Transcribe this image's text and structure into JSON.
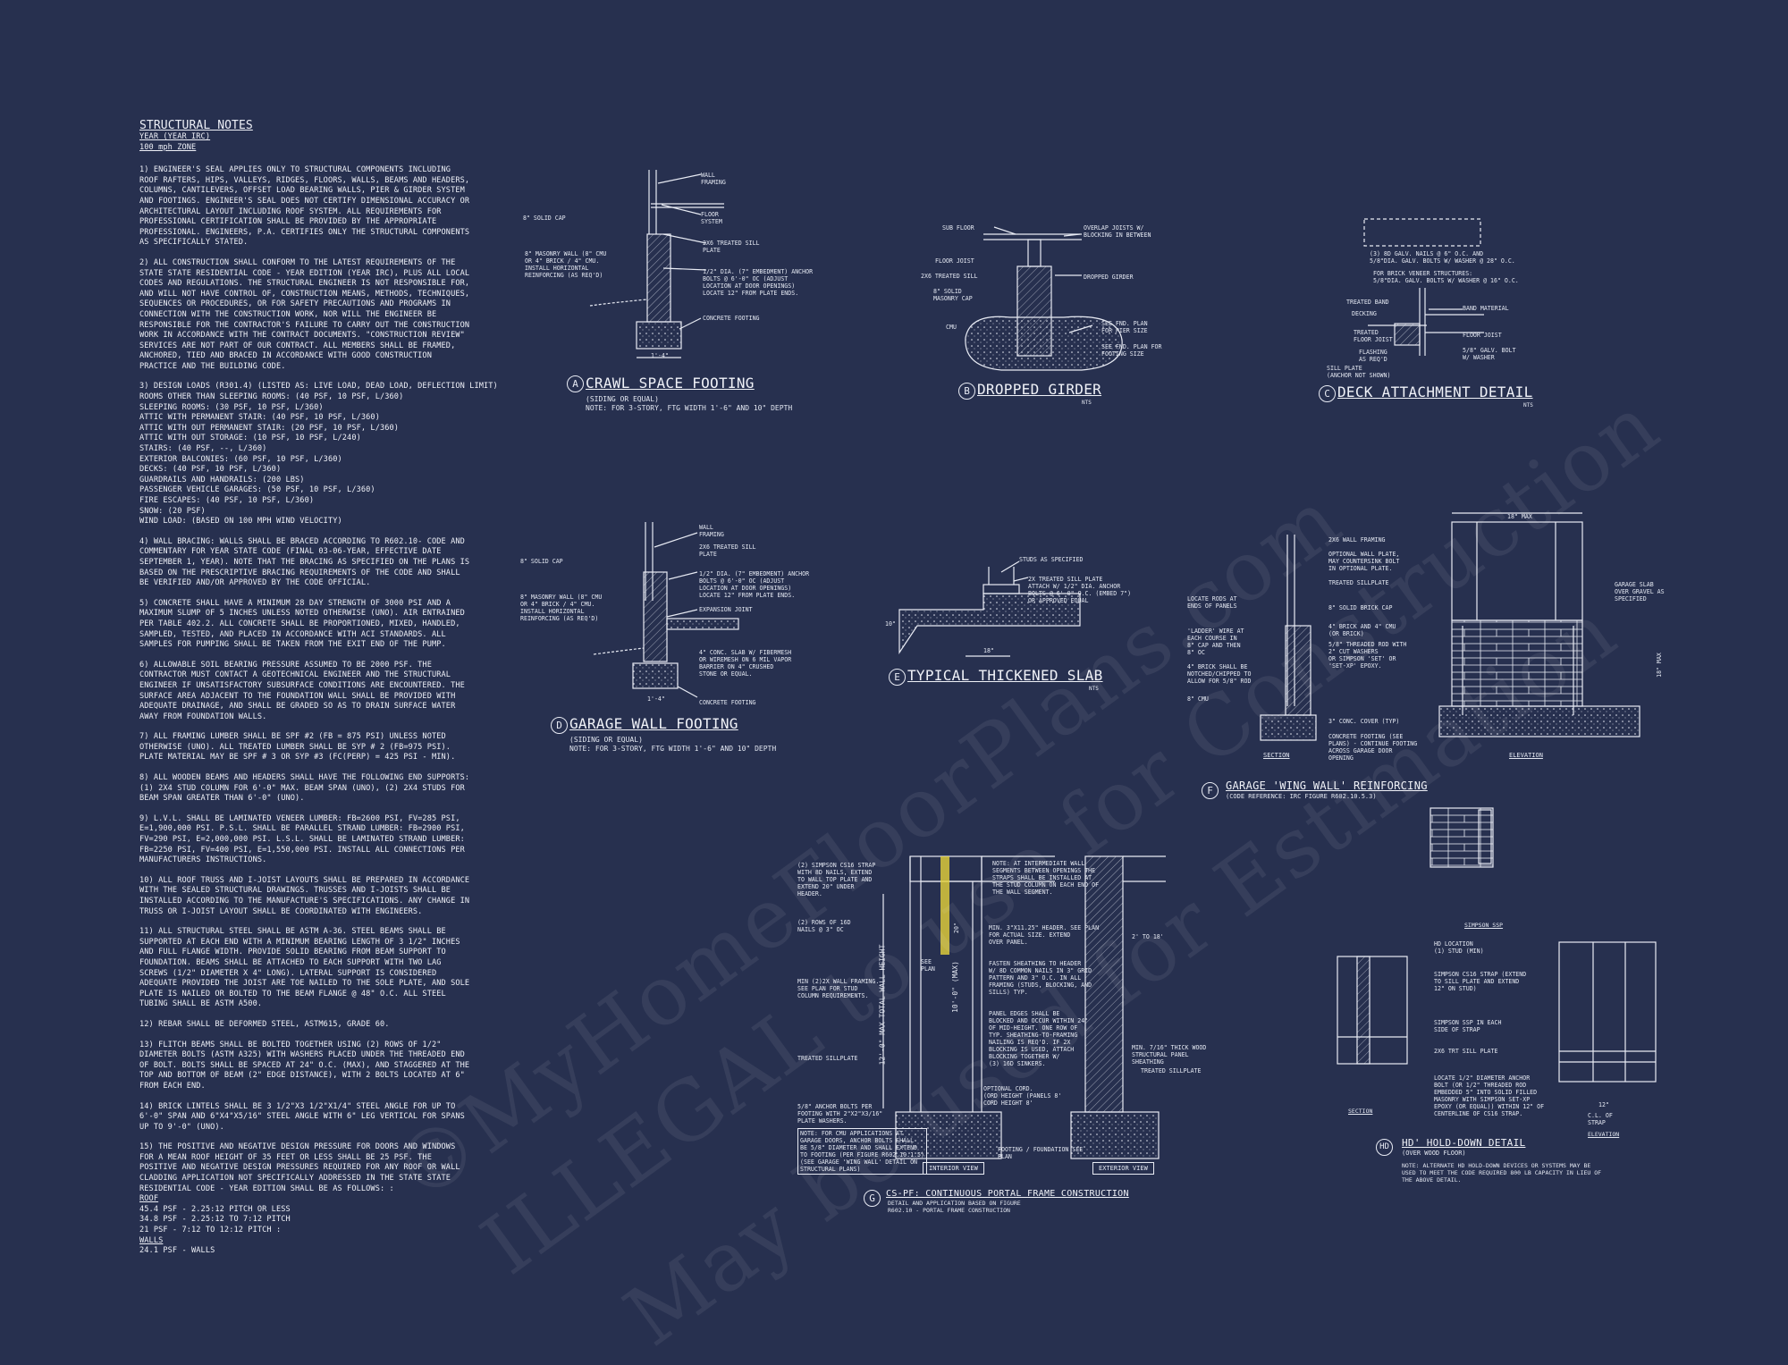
{
  "notes": {
    "title": "STRUCTURAL NOTES",
    "subtitle_year": "YEAR (YEAR IRC)",
    "subtitle_wind": "100 mph ZONE",
    "paragraphs": [
      "1) ENGINEER'S SEAL APPLIES ONLY TO STRUCTURAL COMPONENTS INCLUDING ROOF RAFTERS, HIPS, VALLEYS, RIDGES, FLOORS, WALLS, BEAMS AND HEADERS, COLUMNS, CANTILEVERS, OFFSET LOAD BEARING WALLS, PIER & GIRDER SYSTEM AND FOOTINGS. ENGINEER'S SEAL DOES NOT CERTIFY DIMENSIONAL ACCURACY OR ARCHITECTURAL LAYOUT INCLUDING ROOF SYSTEM. ALL REQUIREMENTS FOR PROFESSIONAL CERTIFICATION SHALL BE PROVIDED BY THE APPROPRIATE PROFESSIONAL. ENGINEERS, P.A. CERTIFIES ONLY THE STRUCTURAL COMPONENTS AS SPECIFICALLY STATED.",
      "2) ALL CONSTRUCTION SHALL CONFORM TO THE LATEST REQUIREMENTS OF THE STATE STATE RESIDENTIAL CODE - YEAR EDITION (YEAR IRC), PLUS ALL LOCAL CODES AND REGULATIONS. THE STRUCTURAL ENGINEER IS NOT RESPONSIBLE FOR, AND WILL NOT HAVE CONTROL OF, CONSTRUCTION MEANS, METHODS, TECHNIQUES, SEQUENCES OR PROCEDURES, OR FOR SAFETY PRECAUTIONS AND PROGRAMS IN CONNECTION WITH THE CONSTRUCTION WORK, NOR WILL THE ENGINEER BE RESPONSIBLE FOR THE CONTRACTOR'S FAILURE TO CARRY OUT THE CONSTRUCTION WORK IN ACCORDANCE WITH THE CONTRACT DOCUMENTS. \"CONSTRUCTION REVIEW\" SERVICES ARE NOT PART OF OUR CONTRACT. ALL MEMBERS SHALL BE FRAMED, ANCHORED, TIED AND BRACED IN ACCORDANCE WITH GOOD CONSTRUCTION PRACTICE AND THE BUILDING CODE."
    ],
    "loads_title": "3) DESIGN LOADS (R301.4) (LISTED AS: LIVE LOAD, DEAD LOAD, DEFLECTION LIMIT)",
    "loads": [
      "ROOMS OTHER THAN SLEEPING ROOMS: (40 PSF, 10 PSF, L/360)",
      "SLEEPING ROOMS: (30 PSF, 10 PSF, L/360)",
      "ATTIC WITH PERMANENT STAIR: (40 PSF, 10 PSF, L/360)",
      "ATTIC WITH OUT PERMANENT STAIR: (20 PSF, 10 PSF, L/360)",
      "ATTIC WITH OUT STORAGE: (10 PSF, 10 PSF, L/240)",
      "STAIRS: (40 PSF, --, L/360)",
      "EXTERIOR BALCONIES: (60 PSF, 10 PSF, L/360)",
      "DECKS: (40 PSF, 10 PSF, L/360)",
      "GUARDRAILS AND HANDRAILS: (200 LBS)",
      "PASSENGER VEHICLE GARAGES: (50 PSF, 10 PSF, L/360)",
      "FIRE ESCAPES: (40 PSF, 10 PSF, L/360)",
      "SNOW: (20 PSF)",
      "WIND LOAD: (BASED ON 100 MPH WIND VELOCITY)"
    ],
    "paragraphs2": [
      "4) WALL BRACING: WALLS SHALL BE BRACED ACCORDING TO R602.10- CODE AND COMMENTARY FOR YEAR STATE CODE (FINAL 03-06-YEAR, EFFECTIVE DATE SEPTEMBER 1, YEAR). NOTE THAT THE BRACING AS SPECIFIED ON THE PLANS IS BASED ON THE PRESCRIPTIVE BRACING REQUIREMENTS OF THE CODE AND SHALL BE VERIFIED AND/OR APPROVED BY THE CODE OFFICIAL.",
      "5) CONCRETE SHALL HAVE A MINIMUM 28 DAY STRENGTH OF 3000 PSI AND A MAXIMUM SLUMP OF 5 INCHES UNLESS NOTED OTHERWISE (UNO). AIR ENTRAINED PER TABLE 402.2. ALL CONCRETE SHALL BE PROPORTIONED, MIXED, HANDLED, SAMPLED, TESTED, AND PLACED IN ACCORDANCE WITH ACI STANDARDS. ALL SAMPLES FOR PUMPING SHALL BE TAKEN FROM THE EXIT END OF THE PUMP.",
      "6) ALLOWABLE SOIL BEARING PRESSURE ASSUMED TO BE 2000 PSF. THE CONTRACTOR MUST CONTACT A GEOTECHNICAL ENGINEER AND THE STRUCTURAL ENGINEER IF UNSATISFACTORY SUBSURFACE CONDITIONS ARE ENCOUNTERED. THE SURFACE AREA ADJACENT TO THE FOUNDATION WALL SHALL BE PROVIDED WITH ADEQUATE DRAINAGE, AND SHALL BE GRADED SO AS TO DRAIN SURFACE WATER AWAY FROM FOUNDATION WALLS.",
      "7) ALL FRAMING LUMBER SHALL BE SPF #2 (Fb = 875 PSI) UNLESS NOTED OTHERWISE (UNO). ALL TREATED LUMBER SHALL BE SYP # 2 (Fb=975 PSI). PLATE MATERIAL MAY BE SPF # 3 OR SYP #3 (Fc(perp) = 425 PSI - MIN).",
      "8) ALL WOODEN BEAMS AND HEADERS SHALL HAVE THE FOLLOWING END SUPPORTS: (1) 2x4 STUD COLUMN FOR 6'-0\" MAX. BEAM SPAN (UNO), (2) 2X4 STUDS FOR BEAM SPAN GREATER THAN 6'-0\" (UNO).",
      "9) L.V.L. SHALL BE LAMINATED VENEER LUMBER: Fb=2600 PSI, Fv=285 PSI, E=1,900,000 PSI. P.S.L. SHALL BE PARALLEL STRAND LUMBER: Fb=2900 PSI, Fv=290 PSI, E=2,000,000 PSI. L.S.L. SHALL BE LAMINATED STRAND LUMBER: Fb=2250 PSI, Fv=400 PSI, E=1,550,000 PSI. INSTALL ALL CONNECTIONS PER MANUFACTURERS INSTRUCTIONS.",
      "10) ALL ROOF TRUSS AND I-JOIST LAYOUTS SHALL BE PREPARED IN ACCORDANCE WITH THE SEALED STRUCTURAL DRAWINGS. TRUSSES AND I-JOISTS SHALL BE INSTALLED ACCORDING TO THE MANUFACTURE'S SPECIFICATIONS. ANY CHANGE IN TRUSS OR I-JOIST LAYOUT SHALL BE COORDINATED WITH ENGINEERS.",
      "11) ALL STRUCTURAL STEEL SHALL BE ASTM A-36. STEEL BEAMS SHALL BE SUPPORTED AT EACH END WITH A MINIMUM BEARING LENGTH OF 3 1/2\" INCHES AND FULL FLANGE WIDTH. PROVIDE SOLID BEARING FROM BEAM SUPPORT TO FOUNDATION. BEAMS SHALL BE ATTACHED TO EACH SUPPORT WITH TWO LAG SCREWS (1/2\" DIAMETER x 4\" LONG). LATERAL SUPPORT IS CONSIDERED ADEQUATE PROVIDED THE JOIST ARE TOE NAILED TO THE SOLE PLATE, AND SOLE PLATE IS NAILED OR BOLTED TO THE BEAM FLANGE @ 48\" O.C. ALL STEEL TUBING SHALL BE ASTM A500.",
      "12) REBAR SHALL BE DEFORMED STEEL, ASTM615, GRADE 60.",
      "13) FLITCH BEAMS SHALL BE BOLTED TOGETHER USING (2) ROWS OF 1/2\" DIAMETER BOLTS (ASTM A325) WITH WASHERS PLACED UNDER THE THREADED END OF BOLT. BOLTS SHALL BE SPACED AT 24\" O.C. (MAX), AND STAGGERED AT THE TOP AND BOTTOM OF BEAM (2\" EDGE DISTANCE), WITH 2 BOLTS LOCATED AT 6\" FROM EACH END.",
      "14) BRICK LINTELS SHALL BE 3 1/2\"x3 1/2\"x1/4\" STEEL ANGLE FOR UP TO 6'-0\" SPAN AND 6\"x4\"x5/16\" STEEL ANGLE WITH 6\" LEG VERTICAL FOR SPANS UP TO 9'-0\" (UNO).",
      "15) THE POSITIVE AND NEGATIVE DESIGN PRESSURE FOR DOORS AND WINDOWS FOR A MEAN ROOF HEIGHT OF 35 FEET OR LESS SHALL BE 25 PSF. THE POSITIVE AND NEGATIVE DESIGN PRESSURES REQUIRED FOR ANY ROOF OR WALL CLADDING APPLICATION NOT SPECIFICALLY ADDRESSED IN THE STATE STATE RESIDENTIAL CODE - YEAR EDITION SHALL BE AS FOLLOWS: :"
    ],
    "roof_label": "ROOF",
    "roof": [
      "45.4 PSF - 2.25:12 PITCH OR LESS",
      "34.8 PSF - 2.25:12 TO 7:12 PITCH",
      "21 PSF - 7:12 TO 12:12 PITCH :"
    ],
    "walls_label": "WALLS",
    "walls": [
      "24.1 PSF - WALLS"
    ]
  },
  "details": {
    "a": {
      "letter": "A",
      "title": "CRAWL SPACE FOOTING",
      "note1": "(SIDING OR EQUAL)",
      "note2": "NOTE: FOR 3-STORY, FTG WIDTH 1'-6\" AND 10\" DEPTH"
    },
    "b": {
      "letter": "B",
      "title": "DROPPED GIRDER",
      "scale": "NTS"
    },
    "c": {
      "letter": "C",
      "title": "DECK ATTACHMENT DETAIL",
      "scale": "NTS"
    },
    "d": {
      "letter": "D",
      "title": "GARAGE WALL FOOTING",
      "note1": "(SIDING OR EQUAL)",
      "note2": "NOTE: FOR 3-STORY, FTG WIDTH 1'-6\" AND 10\" DEPTH"
    },
    "e": {
      "letter": "E",
      "title": "TYPICAL THICKENED SLAB",
      "scale": "NTS"
    },
    "f": {
      "letter": "F",
      "title": "GARAGE 'WING WALL' REINFORCING",
      "note1": "(CODE REFERENCE: IRC FIGURE R602.10.5.3)",
      "section": "SECTION",
      "elevation": "ELEVATION"
    },
    "g": {
      "letter": "G",
      "title": "CS-PF: CONTINUOUS PORTAL FRAME CONSTRUCTION",
      "note1": "DETAIL AND APPLICATION BASED ON FIGURE",
      "note2": "R602.10 - PORTAL FRAME CONSTRUCTION",
      "interior": "INTERIOR VIEW",
      "exterior": "EXTERIOR VIEW"
    },
    "hd": {
      "letter": "HD",
      "title": "HD' HOLD-DOWN DETAIL",
      "note1": "(OVER WOOD FLOOR)",
      "note2": "NOTE: ALTERNATE HD HOLD-DOWN DEVICES OR SYSTEMS MAY BE",
      "note3": "USED TO MEET THE CODE REQUIRED 800 LB CAPACITY IN LIEU OF",
      "note4": "THE ABOVE DETAIL.",
      "simpson": "SIMPSON SSP",
      "section": "SECTION",
      "elevation": "ELEVATION"
    }
  },
  "labels": {
    "a": [
      "WALL\nFRAMING",
      "FLOOR\nSYSTEM",
      "8\" SOLID CAP",
      "8\" MASONRY WALL (8\" CMU\nOR 4\" BRICK / 4\" CMU.\nINSTALL HORIZONTAL\nREINFORCING (AS REQ'D)",
      "2x6 TREATED SILL\nPLATE",
      "1/2\" DIA. (7\" EMBEDMENT) ANCHOR\nBOLTS @ 6'-0\" OC (ADJUST\nLOCATION AT DOOR OPENINGS)\nLOCATE 12\" FROM PLATE ENDS.",
      "CONCRETE FOOTING",
      "1'-4\""
    ],
    "b": [
      "SUB FLOOR",
      "FLOOR JOIST",
      "2x6 TREATED SILL",
      "8\" SOLID\nMASONRY CAP",
      "CMU",
      "OVERLAP JOISTS W/\nBLOCKING IN BETWEEN",
      "DROPPED GIRDER",
      "SEE FND. PLAN\nFOR PIER SIZE",
      "SEE FND. PLAN FOR\nFOOTING SIZE"
    ],
    "c": [
      "(3) 8d GALV. NAILS @ 6\" O.C. AND\n5/8\"dia. GALV. BOLTS W/ WASHER @ 28\" O.C.",
      "FOR BRICK VENEER STRUCTURES:\n5/8\"dia. GALV. BOLTS W/ WASHER @ 16\" O.C.",
      "TREATED BAND",
      "DECKING",
      "TREATED\nFLOOR JOIST",
      "FLASHING\nAS REQ'D",
      "SILL PLATE\n(ANCHOR NOT SHOWN)",
      "BAND MATERIAL",
      "FLOOR JOIST",
      "5/8\" GALV. BOLT\nW/ WASHER"
    ],
    "d": [
      "WALL\nFRAMING",
      "2x6 TREATED SILL\nPLATE",
      "8\" SOLID CAP",
      "1/2\" DIA. (7\" EMBEDMENT) ANCHOR\nBOLTS @ 6'-0\" OC (ADJUST\nLOCATION AT DOOR OPENINGS)\nLOCATE 12\" FROM PLATE ENDS.",
      "EXPANSION JOINT",
      "8\" MASONRY WALL (8\" CMU\nOR 4\" BRICK / 4\" CMU.\nINSTALL HORIZONTAL\nREINFORCING (AS REQ'D)",
      "4\" CONC. SLAB w/ FIBERMESH\nOR WIREMESH ON 6 MIL VAPOR\nBARRIER ON 4\" CRUSHED\nSTONE OR EQUAL.",
      "CONCRETE FOOTING",
      "1'-4\""
    ],
    "e": [
      "STUDS AS SPECIFIED",
      "2x TREATED SILL PLATE\nATTACH w/ 1/2\" dia. ANCHOR\nBOLTS @ 6'-0\" O.C. (EMBED 7\")\nOR APPROVED EQUAL",
      "18\"",
      "10\""
    ],
    "f": [
      "2x6 WALL FRAMING",
      "OPTIONAL WALL PLATE,\nMAY COUNTERSINK BOLT\nIN OPTIONAL PLATE.",
      "TREATED SILLPLATE",
      "8\" SOLID BRICK CAP",
      "4\" BRICK AND 4\" CMU\n(OR BRICK)",
      "5/8\" THREADED ROD WITH\n2\" CUT WASHERS\nOR SIMPSON 'SET' OR\n'SET-XP' EPOXY.",
      "3\" CONC. COVER (TYP)",
      "CONCRETE FOOTING (SEE\nPLANS) - CONTINUE FOOTING\nACROSS GARAGE DOOR\nOPENING",
      "LOCATE RODS AT\nENDS OF PANELS",
      "'LADDER' WIRE AT\nEACH COURSE IN\n8\" CAP AND THEN\n8\" OC",
      "4\" BRICK SHALL BE\nNOTCHED/CHIPPED TO\nALLOW FOR 5/8\" ROD",
      "8\" CMU",
      "GARAGE SLAB\nOVER GRAVEL AS\nSPECIFIED",
      "18\" MAX",
      "18\" MAX"
    ],
    "g": [
      "(2) SIMPSON CS16 STRAP\nWITH 8d NAILS, EXTEND\nTO WALL TOP PLATE AND\nEXTEND 20\" UNDER\nHEADER.",
      "(2) ROWS OF 16d\nNAILS @ 3\" OC",
      "MIN (2)2X WALL FRAMING.\nSEE PLAN FOR STUD\nCOLUMN REQUIREMENTS.",
      "TREATED SILLPLATE",
      "5/8\" ANCHOR BOLTS PER\nFOOTING WITH 2\"x2\"x3/16\"\nPLATE WASHERS.",
      "NOTE: AT INTERMEDIATE WALL\nSEGMENTS BETWEEN OPENINGS THE\nSTRAPS SHALL BE INSTALLED AT\nTHE STUD COLUMN ON EACH END OF\nTHE WALL SEGMENT.",
      "MIN. 3\"x11.25\" HEADER. SEE PLAN\nFOR ACTUAL SIZE. EXTEND\nOVER PANEL.",
      "FASTEN SHEATHING TO HEADER\nW/ 8d COMMON NAILS IN 3\" GRID\nPATTERN AND 3\" O.C. IN ALL\nFRAMING (STUDS, BLOCKING, AND\nSILLS) TYP.",
      "PANEL EDGES SHALL BE\nBLOCKED AND OCCUR WITHIN 24\"\nOF MID-HEIGHT. ONE ROW OF\nTYP. SHEATHING-TO-FRAMING\nNAILING IS REQ'D. IF 2X\nBLOCKING IS USED, ATTACH\nBLOCKING TOGETHER W/\n(3) 16d SINKERS.",
      "MIN. 7/16\" THICK WOOD\nSTRUCTURAL PANEL\nSHEATHING",
      "TREATED SILLPLATE",
      "OPTIONAL CORD.\n(ORD HEIGHT (PANELS 8'\nCORD HEIGHT 8'",
      "FOOTING / FOUNDATION SEE\nPLAN",
      "NOTE: FOR CMU APPLICATIONS AT\nGARAGE DOORS, ANCHOR BOLTS SHALL\nBE 5/8\" DIAMETER AND SHALL EXTEND\nTO FOOTING (PER FIGURE R602.10.1.5)\n(SEE GARAGE 'WING WALL' DETAIL ON\nSTRUCTURAL PLANS)",
      "12'-0\" MAX TOTAL WALL HEIGHT",
      "10'-0\" (MAX)",
      "SEE\nPLAN",
      "20\"",
      "2' TO 18'"
    ],
    "hd": [
      "HD LOCATION\n(1) STUD (MIN)",
      "SIMPSON CS16 STRAP (EXTEND\nTO SILL PLATE AND EXTEND\n12\" ON STUD)",
      "SIMPSON SSP IN EACH\nSIDE OF STRAP",
      "2x6 TRT SILL PLATE",
      "LOCATE 1/2\" DIAMETER ANCHOR\nBOLT (OR 1/2\" THREADED ROD\nEMBEDDED 5\" INTO SOLID FILLED\nMASONRY WITH SIMPSON SET-XP\nEPOXY (OR EQUAL)) WITHIN 12\" OF\nCENTERLINE OF CS16 STRAP.",
      "12\"",
      "C.L. OF\nSTRAP"
    ]
  },
  "watermark": {
    "line1": "©MyHomeFloorPlans.com",
    "line2": "ILLEGAL to use for Construction",
    "line3": "May be used for Estimation"
  },
  "colors": {
    "background": "#27304f",
    "linework": "#e8ebf4",
    "accent_strap": "#e6d23a"
  }
}
